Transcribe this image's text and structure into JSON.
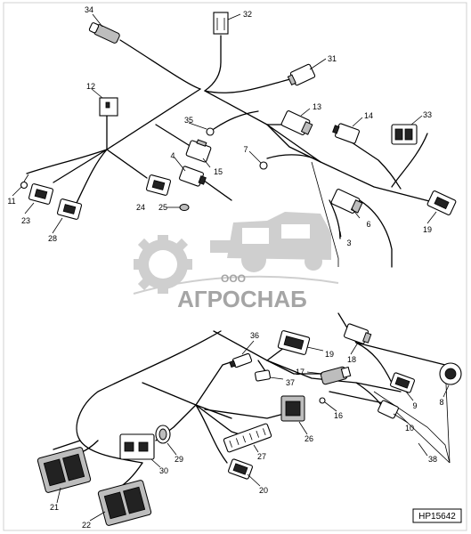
{
  "figure_id": "HP15642",
  "watermark": {
    "company_prefix": "ООО",
    "company_name": "АГРОСНАБ"
  },
  "callouts": [
    {
      "id": "c34",
      "label": "34"
    },
    {
      "id": "c32",
      "label": "32"
    },
    {
      "id": "c31",
      "label": "31"
    },
    {
      "id": "c12",
      "label": "12"
    },
    {
      "id": "c13",
      "label": "13"
    },
    {
      "id": "c35",
      "label": "35"
    },
    {
      "id": "c14",
      "label": "14"
    },
    {
      "id": "c33",
      "label": "33"
    },
    {
      "id": "c4",
      "label": "4"
    },
    {
      "id": "c15",
      "label": "15"
    },
    {
      "id": "c7",
      "label": "7"
    },
    {
      "id": "c11",
      "label": "11"
    },
    {
      "id": "c23",
      "label": "23"
    },
    {
      "id": "c28",
      "label": "28"
    },
    {
      "id": "c24",
      "label": "24"
    },
    {
      "id": "c25",
      "label": "25"
    },
    {
      "id": "c6",
      "label": "6"
    },
    {
      "id": "c3",
      "label": "3"
    },
    {
      "id": "c19a",
      "label": "19"
    },
    {
      "id": "c36",
      "label": "36"
    },
    {
      "id": "c19b",
      "label": "19"
    },
    {
      "id": "c18",
      "label": "18"
    },
    {
      "id": "c37",
      "label": "37"
    },
    {
      "id": "c17",
      "label": "17"
    },
    {
      "id": "c8",
      "label": "8"
    },
    {
      "id": "c16",
      "label": "16"
    },
    {
      "id": "c9",
      "label": "9"
    },
    {
      "id": "c26",
      "label": "26"
    },
    {
      "id": "c10",
      "label": "10"
    },
    {
      "id": "c29",
      "label": "29"
    },
    {
      "id": "c27",
      "label": "27"
    },
    {
      "id": "c38",
      "label": "38"
    },
    {
      "id": "c30",
      "label": "30"
    },
    {
      "id": "c20",
      "label": "20"
    },
    {
      "id": "c21",
      "label": "21"
    },
    {
      "id": "c22",
      "label": "22"
    }
  ]
}
